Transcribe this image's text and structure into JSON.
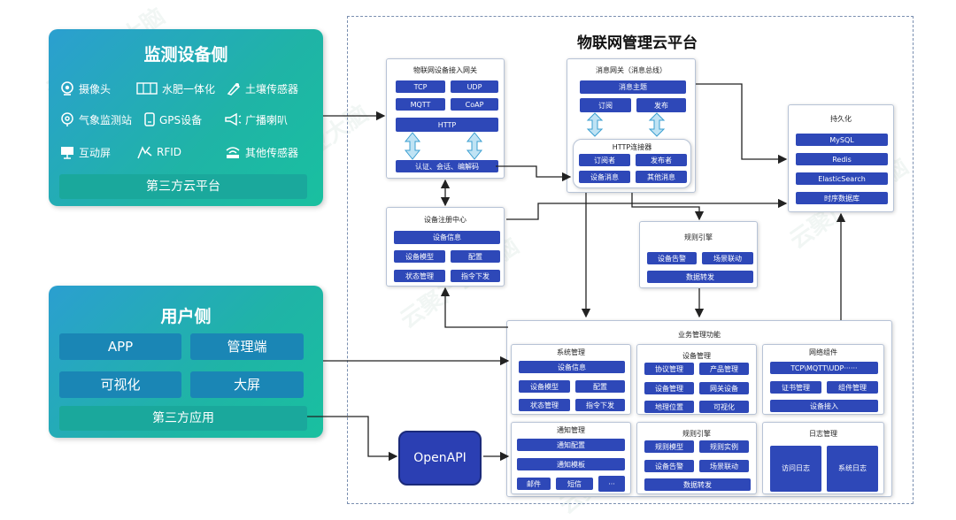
{
  "watermark": "云聚产业大脑",
  "monitor": {
    "title": "监测设备侧",
    "items": [
      "摄像头",
      "水肥一体化",
      "土壤传感器",
      "气象监测站",
      "GPS设备",
      "广播喇叭",
      "互动屏",
      "RFID",
      "其他传感器"
    ],
    "third_party": "第三方云平台"
  },
  "user": {
    "title": "用户侧",
    "buttons": [
      "APP",
      "管理端",
      "可视化",
      "大屏"
    ],
    "third_party": "第三方应用"
  },
  "openapi": "OpenAPI",
  "platform": {
    "title": "物联网管理云平台",
    "gateway": {
      "title": "物联网设备接入网关",
      "protocols": [
        "TCP",
        "UDP",
        "MQTT",
        "CoAP"
      ],
      "http": "HTTP",
      "auth": "认证、会话、编解码"
    },
    "msg": {
      "title": "消息网关（消息总线）",
      "topic": "消息主题",
      "subscribe": "订阅",
      "publish": "发布",
      "http_conn": "HTTP连接器",
      "subscriber": "订阅者",
      "publisher": "发布者",
      "device_msg": "设备消息",
      "other_msg": "其他消息"
    },
    "persist": {
      "title": "持久化",
      "items": [
        "MySQL",
        "Redis",
        "ElasticSearch",
        "时序数据库"
      ]
    },
    "registry": {
      "title": "设备注册中心",
      "info": "设备信息",
      "model": "设备模型",
      "config": "配置",
      "status": "状态管理",
      "cmd": "指令下发"
    },
    "rule": {
      "title": "规则引擎",
      "alarm": "设备告警",
      "scene": "场景联动",
      "forward": "数据转发"
    },
    "biz": {
      "title": "业务管理功能",
      "sys": {
        "title": "系统管理",
        "info": "设备信息",
        "model": "设备模型",
        "config": "配置",
        "status": "状态管理",
        "cmd": "指令下发"
      },
      "dev": {
        "title": "设备管理",
        "items": [
          "协议管理",
          "产品管理",
          "设备管理",
          "网关设备",
          "地理位置",
          "可视化"
        ]
      },
      "net": {
        "title": "网络组件",
        "proto": "TCP\\MQTT\\UDP······",
        "cert": "证书管理",
        "comp": "组件管理",
        "access": "设备接入"
      },
      "notify": {
        "title": "通知管理",
        "config": "通知配置",
        "template": "通知模板",
        "mail": "邮件",
        "sms": "短信",
        "more": "···"
      },
      "rule2": {
        "title": "规则引擎",
        "model": "规则模型",
        "instance": "规则实例",
        "alarm": "设备告警",
        "scene": "场景联动",
        "forward": "数据转发"
      },
      "log": {
        "title": "日志管理",
        "access": "访问日志",
        "system": "系统日志"
      }
    }
  }
}
